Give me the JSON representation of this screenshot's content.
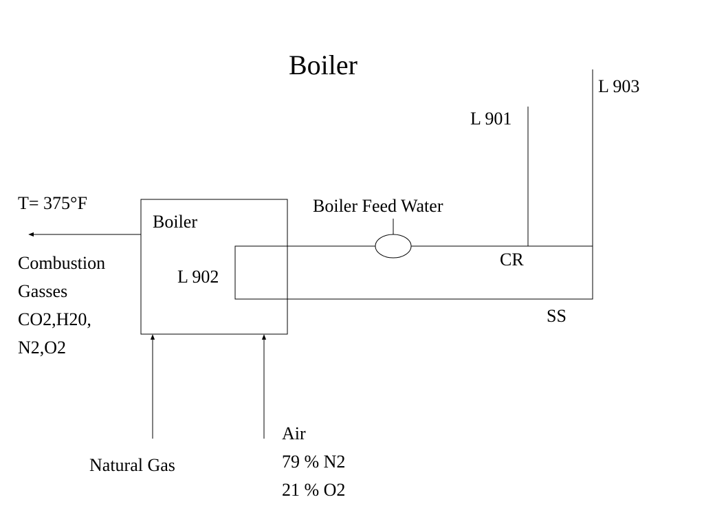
{
  "title": "Boiler",
  "box_label": "Boiler",
  "loop_label": "L 902",
  "lines": {
    "l901": "L 901",
    "l903": "L 903",
    "cr": "CR",
    "ss": "SS"
  },
  "feed_water_label": "Boiler Feed Water",
  "exhaust": {
    "temperature": "T= 375°F",
    "lines": [
      "Combustion",
      "Gasses",
      "CO2,H20,",
      "N2,O2"
    ]
  },
  "inputs": {
    "natural_gas": "Natural Gas",
    "air_lines": [
      "Air",
      "79 % N2",
      "21 % O2"
    ]
  },
  "colors": {
    "line": "#000000",
    "background": "#ffffff"
  }
}
